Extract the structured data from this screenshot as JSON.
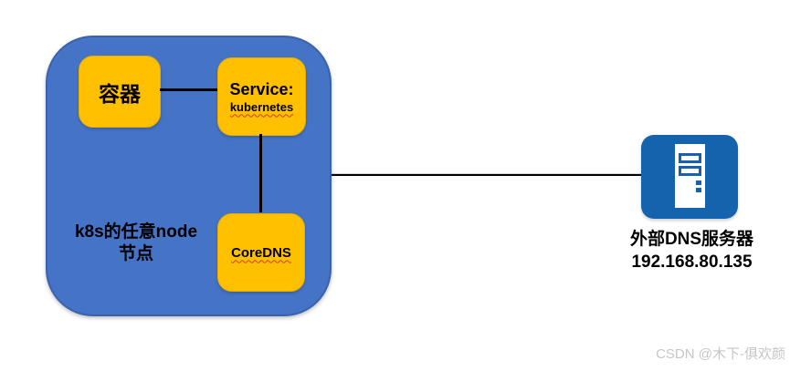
{
  "node_group": {
    "label": "k8s的任意node\n节点",
    "container": {
      "label": "容器"
    },
    "service": {
      "title": "Service:",
      "subtitle": "kubernetes"
    },
    "coredns": {
      "label": "CoreDNS"
    }
  },
  "external_server": {
    "label": "外部DNS服务器",
    "ip": "192.168.80.135"
  },
  "watermark": {
    "text": "CSDN @木下-俱欢颜"
  },
  "icons": {
    "server": "server-tower-icon"
  },
  "colors": {
    "node_fill": "#4573C6",
    "node_border": "#3A62AE",
    "shape_fill": "#FFC000",
    "shape_border": "#E8AD00",
    "server_icon_fill": "#1563AC",
    "connector": "#000000",
    "spellcheck_underline": "#D83A2E",
    "text": "#000000",
    "watermark_text": "#C6C6C6"
  }
}
